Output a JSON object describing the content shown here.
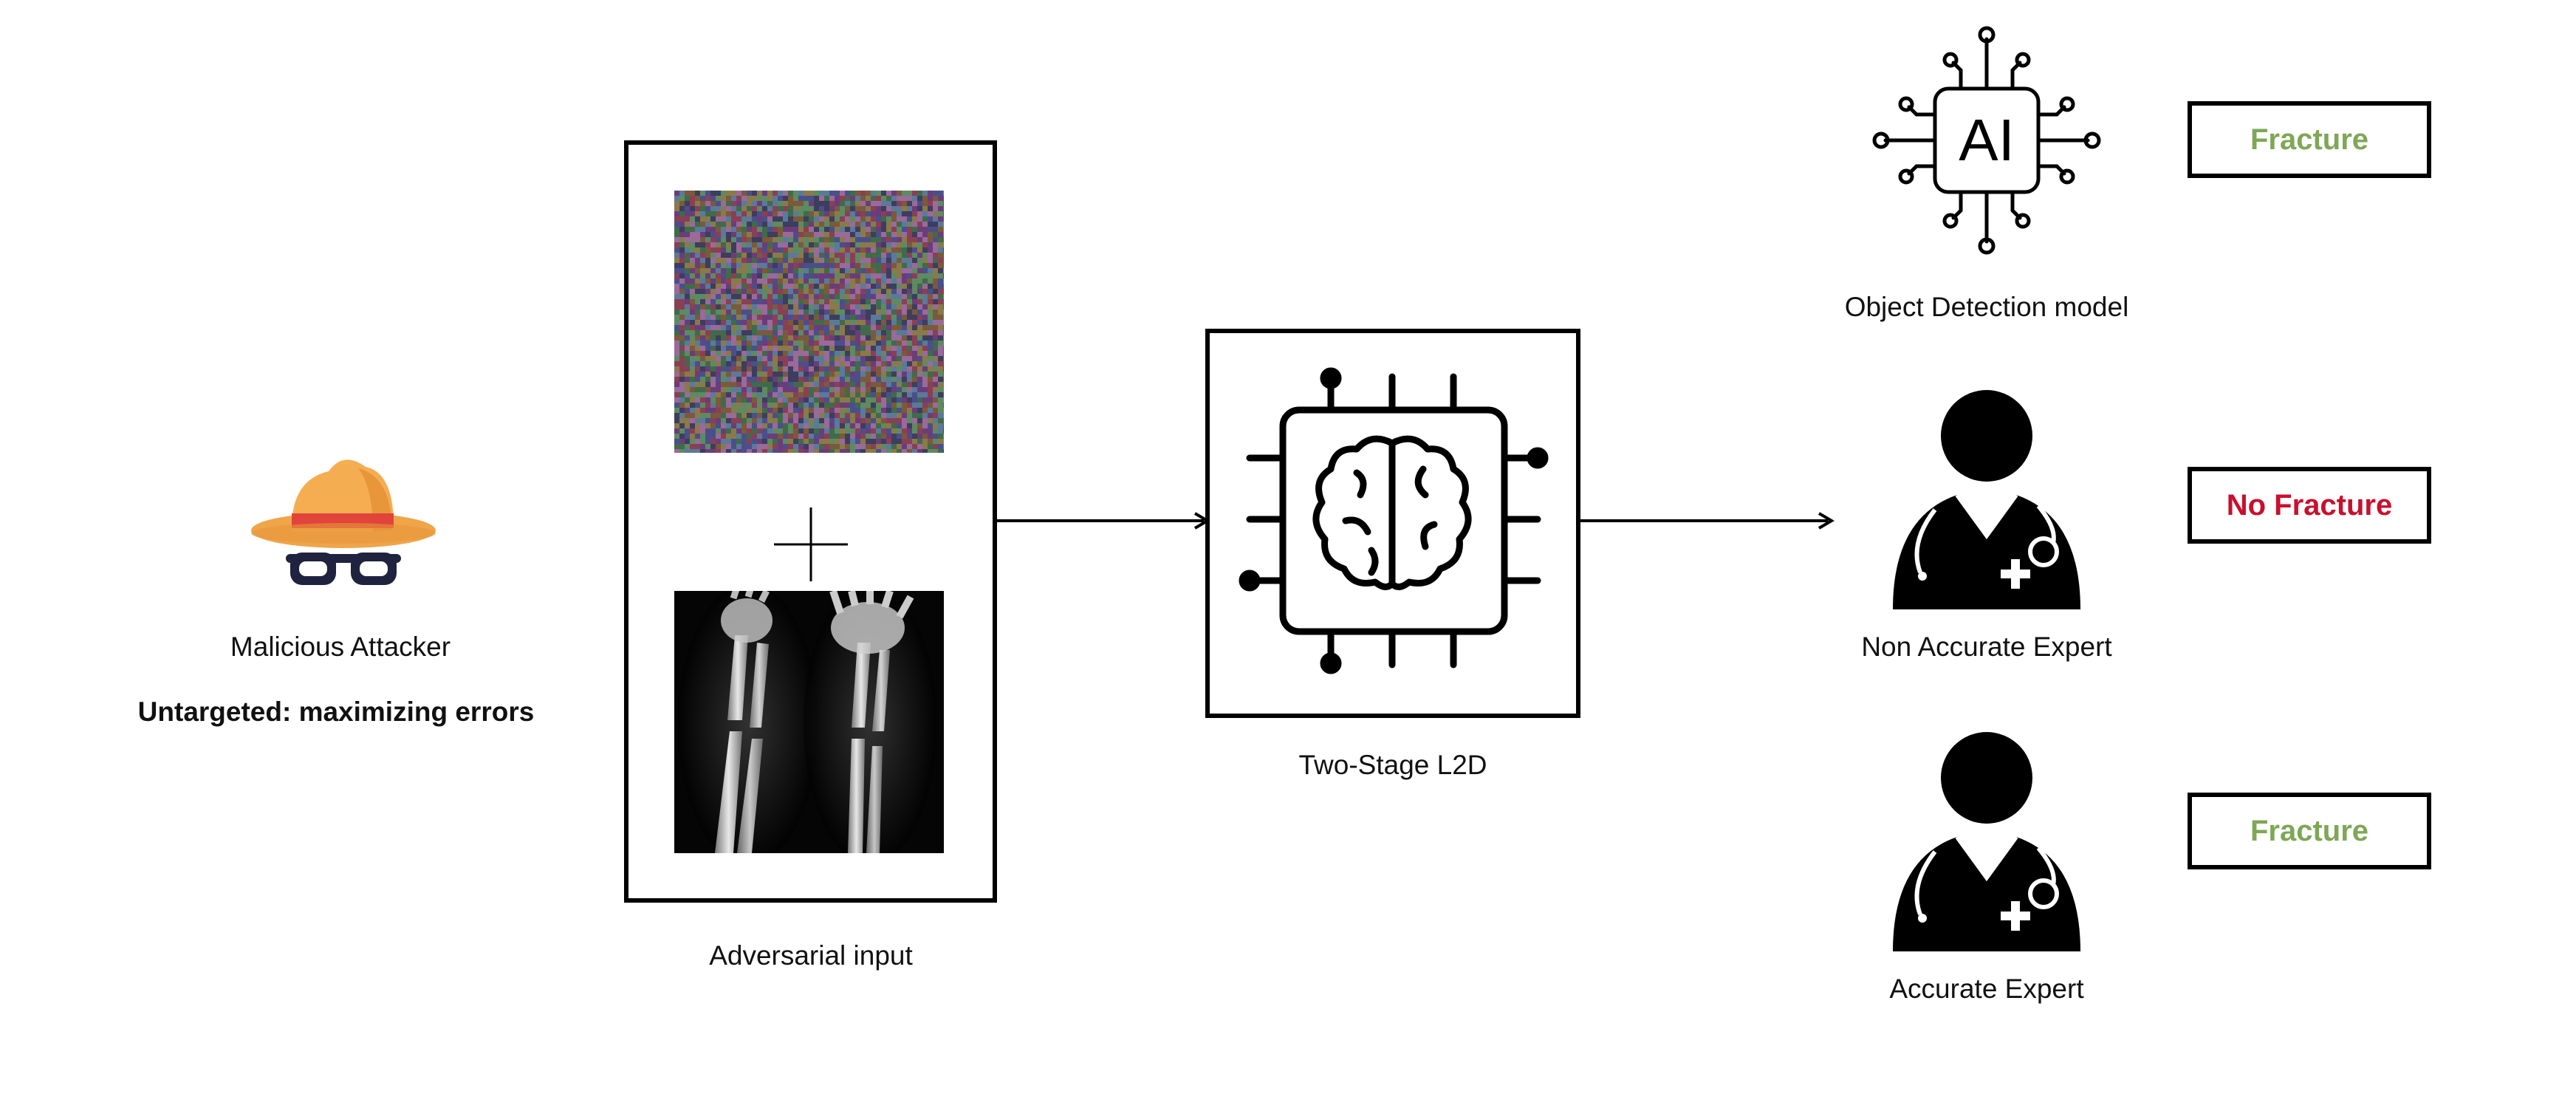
{
  "attacker": {
    "label": "Malicious Attacker",
    "mode": "Untargeted: maximizing errors",
    "icon": "spy-hat-icon"
  },
  "input": {
    "label": "Adversarial input",
    "noise_icon": "noise-image",
    "plus_icon": "plus-icon",
    "xray_icon": "xray-image"
  },
  "system": {
    "label": "Two-Stage L2D",
    "icon": "brain-chip-icon"
  },
  "model": {
    "label": "Object Detection model",
    "icon_text": "AI",
    "prediction": "Fracture",
    "color": "#7ea756"
  },
  "expert_inaccurate": {
    "label": "Non Accurate Expert",
    "icon": "doctor-icon",
    "prediction": "No Fracture",
    "color": "#c8102e"
  },
  "expert_accurate": {
    "label": "Accurate Expert",
    "icon": "doctor-icon",
    "prediction": "Fracture",
    "color": "#7ea756"
  }
}
